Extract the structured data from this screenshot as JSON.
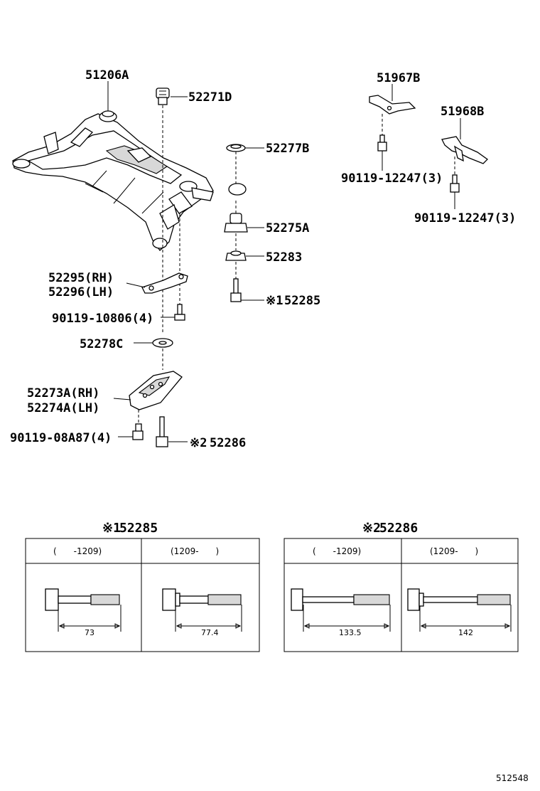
{
  "callouts": {
    "p51206A": "51206A",
    "p52271D": "52271D",
    "p52277B": "52277B",
    "p52275A": "52275A",
    "p52283": "52283",
    "p52285_mark": "※1",
    "p52285": "52285",
    "p52295": "52295(RH)",
    "p52296": "52296(LH)",
    "p90119_10806": "90119-10806(4)",
    "p52278C": "52278C",
    "p52273A": "52273A(RH)",
    "p52274A": "52274A(LH)",
    "p90119_08A87": "90119-08A87(4)",
    "p52286_mark": "※2",
    "p52286": "52286",
    "p51967B": "51967B",
    "p51968B": "51968B",
    "p90119_12247_a": "90119-12247(3)",
    "p90119_12247_b": "90119-12247(3)"
  },
  "table1": {
    "title_mark": "※1",
    "title": "52285",
    "col1_header": "(　　-1209)",
    "col2_header": "(1209-　　)",
    "col1_dim": "73",
    "col2_dim": "77.4"
  },
  "table2": {
    "title_mark": "※2",
    "title": "52286",
    "col1_header": "(　　-1209)",
    "col2_header": "(1209-　　)",
    "col1_dim": "133.5",
    "col2_dim": "142"
  },
  "figure_id": "512548"
}
